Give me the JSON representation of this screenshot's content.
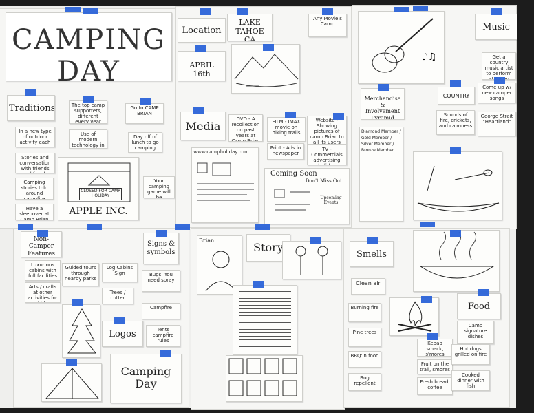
{
  "cards": {
    "camping_day_title": "CAMPING DAY",
    "location": "Location",
    "lake_tahoe": "LAKE TAHOE CA",
    "any_moviels": "Any Movie's Camp",
    "april_16": "APRIL 16th",
    "music": "Music",
    "music_note1": "Get a country music artist to perform at Camp Brian",
    "country": "COUNTRY",
    "music_note2": "Come up w/ new camper songs",
    "sounds": "Sounds of fire, crickets, and calmness",
    "george_strait": "George Strait \"Heartland\"",
    "traditions": "Traditions",
    "trad1": "In a new type of outdoor activity each year",
    "trad2": "The top camp supporters, different every year",
    "trad3": "Go to CAMP BRIAN",
    "trad4": "Use of modern technology in our environment",
    "trad5": "Day off of lunch to go camping",
    "trad6": "Stories and conversation with friends and family",
    "trad7": "Camping stories told around campfire",
    "trad8": "Have a sleepover at Camp Brian",
    "closed": "CLOSED FOR CAMP HOLIDAY",
    "apple": "APPLE INC.",
    "camping_day_intro": "Your camping game will be introduced",
    "media": "Media",
    "dvd": "DVD - A recollection on past years at Camp Brian",
    "film": "FILM - IMAX movie on hiking trails",
    "website": "Website - Showing pictures of camp Brian to all its users",
    "print": "Print - Ads in newspaper",
    "tv": "TV - Commercials advertising holiday",
    "site_url": "www.campholiday.com",
    "coming_soon": "Coming Soon",
    "dont_miss": "Don't Miss Out",
    "upcoming": "Upcoming Events",
    "merch": "Merchandise & Involvement Pyramid",
    "merch_list": "Diamond Member / Gold Member / Silver Member / Bronze Member",
    "non_camper": "Non-Camper Features",
    "luxurious": "Luxurious cabins with full facilities",
    "guided": "Guided tours through nearby parks",
    "arts": "Arts / crafts at other activities for kids",
    "log_cabins": "Log Cabins Sign",
    "trees": "Trees / cutter",
    "bugs": "Bugs: You need spray",
    "campfire": "Campfire",
    "signs": "Signs & symbols",
    "tents": "Tents campfire rules",
    "logos": "Logos",
    "camping_day_logo": "Camping Day",
    "brian": "Brian",
    "story": "Story",
    "smells": "Smells",
    "clean_air": "Clean air",
    "burning_fire": "Burning fire",
    "pine_trees": "Pine trees",
    "bbq": "BBQ'in food",
    "bug_repellent": "Bug repellent",
    "food": "Food",
    "camp_signature": "Camp signature dishes",
    "food2": "Kebab smack, s'mores",
    "food3": "Fruit on the trail, smores",
    "food4": "Hot dogs grilled on fire",
    "food5": "Fresh bread, coffee",
    "food6": "Cooked dinner with fish"
  },
  "colors": {
    "tape": "#2b63d8",
    "board": "#efefed",
    "background": "#1c1c1c"
  }
}
